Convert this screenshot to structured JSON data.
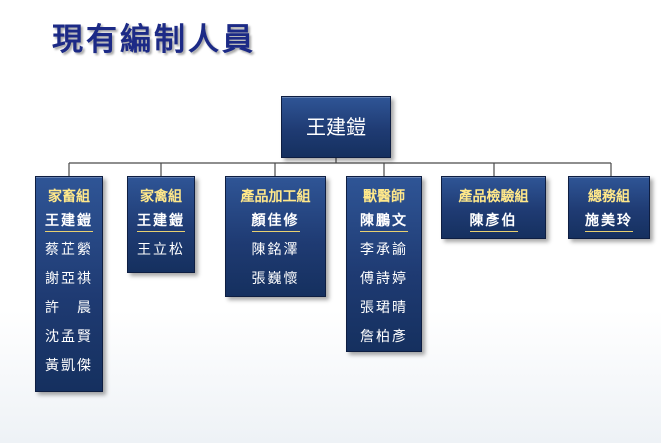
{
  "title": "現有編制人員",
  "root": {
    "name": "王建鎧"
  },
  "groups": [
    {
      "title": "家畜組",
      "members": [
        "王建鎧",
        "蔡芷縈",
        "謝亞祺",
        "許　晨",
        "沈孟賢",
        "黃凱傑"
      ]
    },
    {
      "title": "家禽組",
      "members": [
        "王建鎧",
        "王立松"
      ]
    },
    {
      "title": "產品加工組",
      "members": [
        "顏佳修",
        "陳銘澤",
        "張巍懷"
      ]
    },
    {
      "title": "獸醫師",
      "members": [
        "陳鵬文",
        "李承諭",
        "傅詩婷",
        "張珺晴",
        "詹柏彥"
      ]
    },
    {
      "title": "產品檢驗組",
      "members": [
        "陳彥伯"
      ]
    },
    {
      "title": "總務組",
      "members": [
        "施美玲"
      ]
    }
  ]
}
